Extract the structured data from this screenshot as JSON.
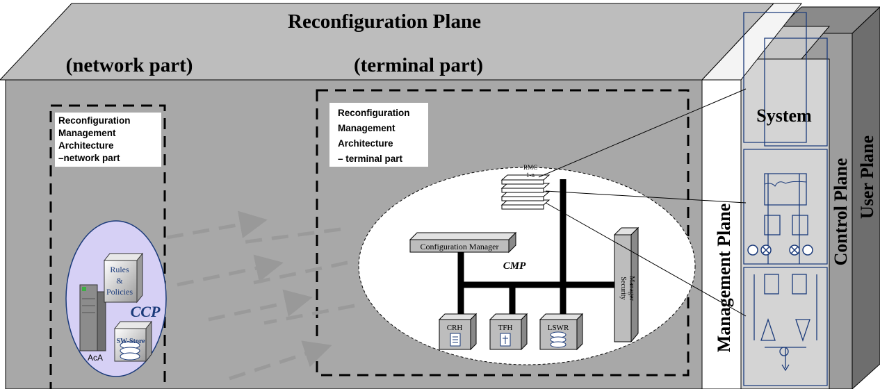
{
  "plane": {
    "title": "Reconfiguration Plane",
    "network_heading": "(network part)",
    "terminal_heading": "(terminal part)"
  },
  "network_box": {
    "label_lines": [
      "Reconfiguration",
      "Management",
      "Architecture",
      "–network part"
    ]
  },
  "terminal_box": {
    "label_lines": [
      "Reconfiguration",
      "Management",
      "Architecture",
      "– terminal part"
    ]
  },
  "ccp": {
    "label": "CCP",
    "rules_lines": [
      "Rules",
      "&",
      "Policies"
    ],
    "store_label": "SW-Store",
    "aca_label": "AcA"
  },
  "cmp": {
    "label": "CMP",
    "rmc_lines": [
      "RMC",
      "1-n"
    ],
    "config_manager": "Configuration Manager",
    "security_manager_lines": [
      "Security",
      "Manager"
    ],
    "crh": "CRH",
    "tfh": "TFH",
    "lswr": "LSWR"
  },
  "planes": {
    "system": "System",
    "management": "Management Plane",
    "control": "Control Plane",
    "user": "User Plane"
  },
  "colors": {
    "plane_top": "#bdbdbd",
    "plane_front": "#a8a8a8",
    "ccp_fill": "#d6d0f5",
    "right_box": "#d4d4d4",
    "right_box_dark": "#7a7a7a",
    "line_blue": "#1a3a7a"
  }
}
